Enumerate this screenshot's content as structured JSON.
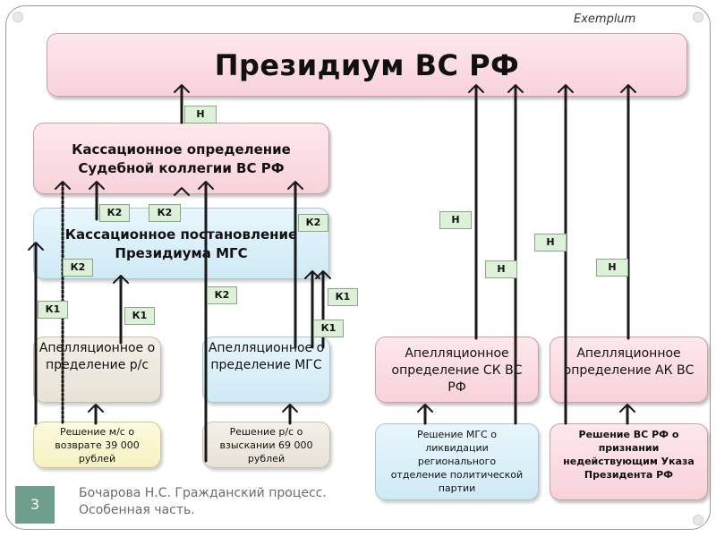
{
  "watermark": "Exemplum",
  "boxes": {
    "presidium_vs": "Президиум ВС РФ",
    "cassation_definition": "Кассационное определение Судебной коллегии ВС РФ",
    "cassation_ruling": "Кассационное постановление Президиума МГС",
    "appeal_rs": "Апелляционное определение р/с",
    "appeal_mgs": "Апелляционное определение МГС",
    "appeal_sk": "Апелляционное определение СК ВС РФ",
    "appeal_ak": "Апелляционное определение АК ВС",
    "decision_ms": "Решение м/с о возврате 39 000 рублей",
    "decision_rs": "Решение р/с о взыскании 69 000 рублей",
    "decision_mgs": "Решение МГС о ликвидации регионального отделение политической партии",
    "decision_vs": "Решение ВС РФ о признании недействующим Указа Президента РФ"
  },
  "tags": {
    "n": "Н",
    "k1": "К1",
    "k2": "К2"
  },
  "footer": {
    "slide_number": "3",
    "line1": "Бочарова Н.С. Гражданский процесс.",
    "line2": "Особенная часть."
  }
}
